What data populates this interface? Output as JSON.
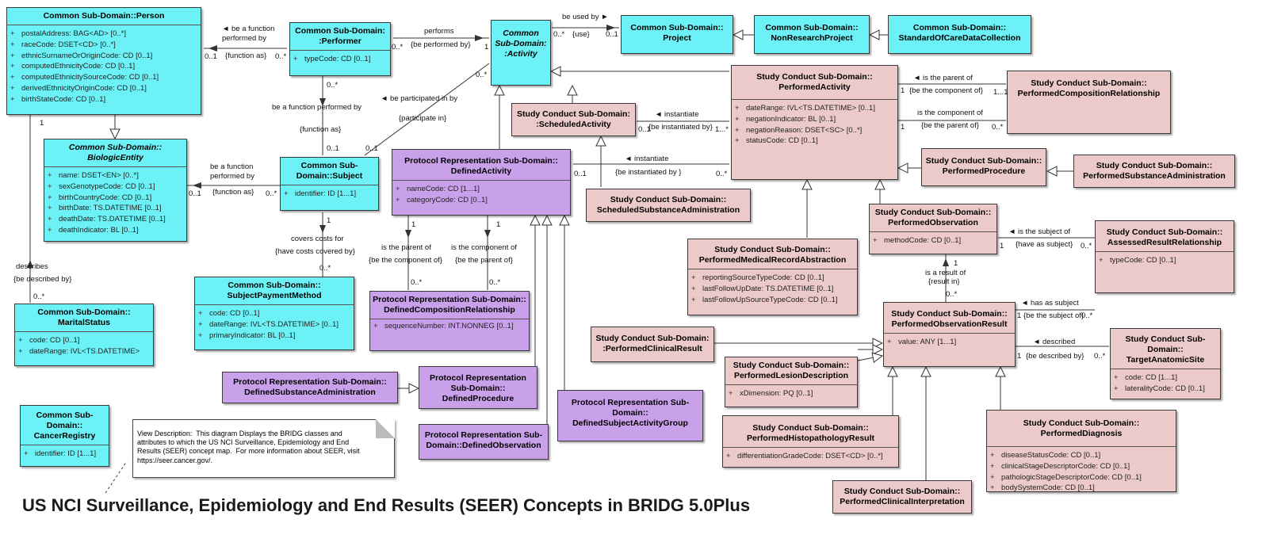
{
  "classes": {
    "person": {
      "title": "Common Sub-Domain::Person",
      "attrs": [
        "postalAddress: BAG<AD> [0..*]",
        "raceCode: DSET<CD> [0..*]",
        "ethnicSurnameOrOriginCode: CD [0..1]",
        "computedEthnicityCode: CD [0..1]",
        "computedEthnicitySourceCode: CD [0..1]",
        "derivedEthnicityOriginCode: CD [0..1]",
        "birthStateCode: CD [0..1]"
      ]
    },
    "performer": {
      "title": "Common Sub-Domain: :Performer",
      "attrs": [
        "typeCode: CD [0..1]"
      ]
    },
    "activity": {
      "title": "Common Sub-Domain: :Activity"
    },
    "project": {
      "title": "Common Sub-Domain:: Project"
    },
    "nonresearch": {
      "title": "Common Sub-Domain:: NonResearchProject"
    },
    "standardofcare": {
      "title": "Common Sub-Domain:: StandardOfCareDataCollection"
    },
    "biologic": {
      "title": "Common Sub-Domain:: BiologicEntity",
      "attrs": [
        "name: DSET<EN> [0..*]",
        "sexGenotypeCode: CD [0..1]",
        "birthCountryCode: CD [0..1]",
        "birthDate: TS.DATETIME [0..1]",
        "deathDate: TS.DATETIME [0..1]",
        "deathIndicator: BL [0..1]"
      ]
    },
    "subject": {
      "title": "Common Sub-Domain::Subject",
      "attrs": [
        "identifier: ID [1...1]"
      ]
    },
    "definedactivity": {
      "title": "Protocol Representation Sub-Domain:: DefinedActivity",
      "attrs": [
        "nameCode: CD [1...1]",
        "categoryCode: CD [0..1]"
      ]
    },
    "scheduledactivity": {
      "title": "Study Conduct Sub-Domain: :ScheduledActivity"
    },
    "performedactivity": {
      "title": "Study Conduct Sub-Domain:: PerformedActivity",
      "attrs": [
        "dateRange: IVL<TS.DATETIME> [0..1]",
        "negationIndicator: BL [0..1]",
        "negationReason: DSET<SC> [0..*]",
        "statusCode: CD [0..1]"
      ]
    },
    "performedcomposition": {
      "title": "Study Conduct Sub-Domain:: PerformedCompositionRelationship"
    },
    "performedprocedure": {
      "title": "Study Conduct Sub-Domain:: PerformedProcedure"
    },
    "performedsubstance": {
      "title": "Study Conduct Sub-Domain:: PerformedSubstanceAdministration"
    },
    "scheduledsubstance": {
      "title": "Study Conduct Sub-Domain:: ScheduledSubstanceAdministration"
    },
    "maritalstatus": {
      "title": "Common Sub-Domain:: MaritalStatus",
      "attrs": [
        "code: CD [0..1]",
        "dateRange: IVL<TS.DATETIME>"
      ]
    },
    "subjectpayment": {
      "title": "Common Sub-Domain:: SubjectPaymentMethod",
      "attrs": [
        "code: CD [0..1]",
        "dateRange: IVL<TS.DATETIME> [0..1]",
        "primaryIndicator: BL [0..1]"
      ]
    },
    "definedcomposition": {
      "title": "Protocol Representation Sub-Domain:: DefinedCompositionRelationship",
      "attrs": [
        "sequenceNumber: INT.NONNEG [0..1]"
      ]
    },
    "performedobservation": {
      "title": "Study Conduct Sub-Domain:: PerformedObservation",
      "attrs": [
        "methodCode: CD [0..1]"
      ]
    },
    "medicalrecord": {
      "title": "Study Conduct Sub-Domain:: PerformedMedicalRecordAbstraction",
      "attrs": [
        "reportingSourceTypeCode: CD [0..1]",
        "lastFollowUpDate: TS.DATETIME [0..1]",
        "lastFollowUpSourceTypeCode: CD [0..1]"
      ]
    },
    "assessedresult": {
      "title": "Study Conduct Sub-Domain:: AssessedResultRelationship",
      "attrs": [
        "typeCode: CD [0..1]"
      ]
    },
    "observationresult": {
      "title": "Study Conduct Sub-Domain:: PerformedObservationResult",
      "attrs": [
        "value: ANY [1...1]"
      ]
    },
    "clinicalresult": {
      "title": "Study Conduct Sub-Domain: :PerformedClinicalResult"
    },
    "lesion": {
      "title": "Study Conduct Sub-Domain:: PerformedLesionDescription",
      "attrs": [
        "xDimension: PQ [0..1]"
      ]
    },
    "targetanatomic": {
      "title": "Study Conduct Sub-Domain:: TargetAnatomicSite",
      "attrs": [
        "code: CD [1...1]",
        "lateralityCode: CD [0..1]"
      ]
    },
    "definedsubstance": {
      "title": "Protocol Representation Sub-Domain:: DefinedSubstanceAdministration"
    },
    "definedprocedure": {
      "title": "Protocol Representation Sub-Domain:: DefinedProcedure"
    },
    "definedsubjectgroup": {
      "title": "Protocol Representation Sub-Domain:: DefinedSubjectActivityGroup"
    },
    "definedobservation": {
      "title": "Protocol Representation Sub-Domain::DefinedObservation"
    },
    "histopathology": {
      "title": "Study Conduct Sub-Domain:: PerformedHistopathologyResult",
      "attrs": [
        "differentiationGradeCode: DSET<CD> [0..*]"
      ]
    },
    "diagnosis": {
      "title": "Study Conduct Sub-Domain:: PerformedDiagnosis",
      "attrs": [
        "diseaseStatusCode: CD [0..1]",
        "clinicalStageDescriptorCode: CD [0..1]",
        "pathologicStageDescriptorCode: CD [0..1]",
        "bodySystemCode: CD [0..1]"
      ]
    },
    "cancerregistry": {
      "title": "Common Sub-Domain:: CancerRegistry",
      "attrs": [
        "identifier: ID [1...1]"
      ]
    },
    "clinicalinterp": {
      "title": "Study Conduct Sub-Domain:: PerformedClinicalInterpretation"
    }
  },
  "labels": {
    "l1": "◄ be a function",
    "l2": "performed by",
    "l3": "0..1",
    "l4": "{function as}",
    "l5": "0..*",
    "l6": "performs",
    "l7": "0..*",
    "l8": "{be performed by}",
    "l9": "1",
    "l10": "be used by ►",
    "l11": "0..*",
    "l12": "{use}",
    "l13": "0..1",
    "l14": "0..*",
    "l15": "be a function performed by",
    "l16": "{function as}",
    "l17": "0..1",
    "l18": "◄ be participated in by",
    "l19": "{participate in}",
    "l20": "0..*",
    "l21": "0..1",
    "l22": "be a function",
    "l23": "performed by",
    "l24": "0..1",
    "l25": "{function as}",
    "l26": "0..*",
    "l27": "1",
    "l28": "covers costs for",
    "l29": "{have costs covered by}",
    "l30": "0..*",
    "l31": "1",
    "l32": "describes",
    "l33": "{be described by}",
    "l34": "0..*",
    "l35": "1",
    "l36": "1",
    "l37": "is the parent of",
    "l38": "is the component of",
    "l39": "{be the component of}",
    "l40": "{be the parent of}",
    "l41": "0..*",
    "l42": "0..*",
    "l43": "◄ instantiate",
    "l44": "{be instantiated by}",
    "l45": "0..1",
    "l46": "1...*",
    "l47": "◄ instantiate",
    "l48": "{be instantiated by }",
    "l49": "0..1",
    "l50": "0..*",
    "l51": "◄ is the parent of",
    "l52": "{be the component of}",
    "l53": "1",
    "l54": "1...1",
    "l55": "is the component of",
    "l56": "{be the parent of}",
    "l57": "1",
    "l58": "0..*",
    "l59": "◄ is the subject of",
    "l60": "{have as subject}",
    "l61": "1",
    "l62": "0..*",
    "l63": "1",
    "l64": "is a result of",
    "l65": "{result in}",
    "l66": "0..*",
    "l67": "◄ has as subject",
    "l68": "{be the subject of}",
    "l69": "1",
    "l70": "0..*",
    "l71": "◄ described",
    "l72": "{be described by}",
    "l73": "1",
    "l74": "0..*"
  },
  "note": "View Description:  This diagram Displays the BRIDG classes and attributes to which the US NCI Surveillance, Epidemiology and End Results (SEER) concept map.  For more information about SEER, visit https://seer.cancer.gov/.",
  "footer_title": "US NCI Surveillance, Epidemiology and End Results (SEER) Concepts in BRIDG 5.0Plus"
}
